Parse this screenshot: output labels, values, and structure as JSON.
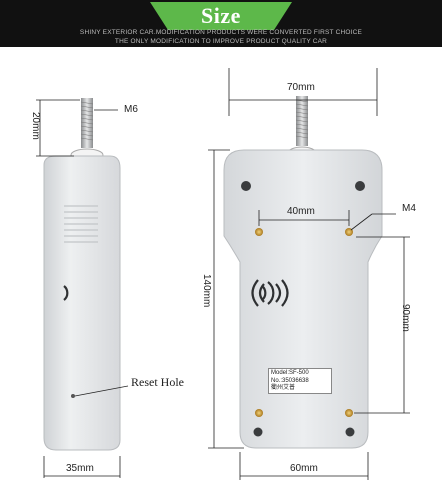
{
  "banner": {
    "title": "Size",
    "tagline_1": "SHINY EXTERIOR CAR.MODIFICATION PRODUCTS WERE CONVERTED FIRST CHOICE",
    "tagline_2": "THE ONLY MODIFICATION TO IMPROVE PRODUCT QUALITY CAR"
  },
  "labels": {
    "m6": "M6",
    "m4": "M4",
    "dim_20mm": "20mm",
    "dim_70mm": "70mm",
    "dim_40mm": "40mm",
    "dim_140mm": "140mm",
    "dim_90mm": "90mm",
    "dim_35mm": "35mm",
    "dim_60mm": "60mm",
    "reset_hole": "Reset Hole"
  },
  "nameplate": {
    "model": "Model:SF-500",
    "serial": "No.:35036638",
    "maker": "衢州艾普"
  },
  "colors": {
    "banner_bg": "#111111",
    "banner_accent": "#5db84a",
    "device_body": "#e4e6e8"
  }
}
